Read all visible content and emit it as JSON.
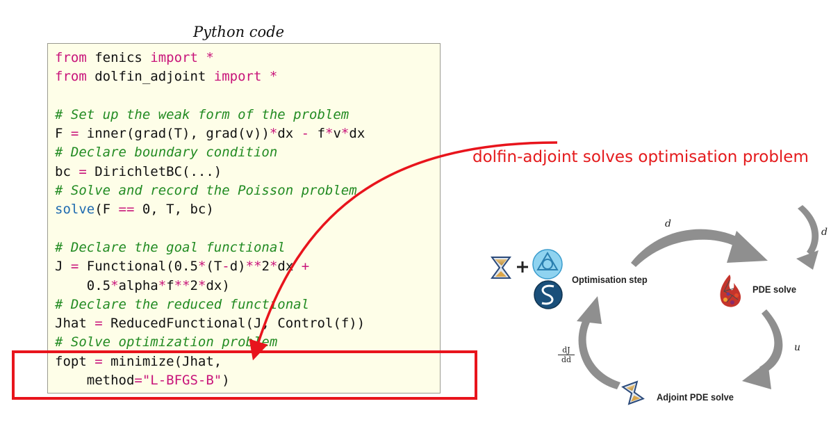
{
  "code_panel": {
    "title": "Python code",
    "lines": [
      [
        {
          "t": "from",
          "c": "keyword"
        },
        {
          "t": " fenics ",
          "c": "plain"
        },
        {
          "t": "import",
          "c": "keyword"
        },
        {
          "t": " ",
          "c": "plain"
        },
        {
          "t": "*",
          "c": "operator"
        }
      ],
      [
        {
          "t": "from",
          "c": "keyword"
        },
        {
          "t": " dolfin_adjoint ",
          "c": "plain"
        },
        {
          "t": "import",
          "c": "keyword"
        },
        {
          "t": " ",
          "c": "plain"
        },
        {
          "t": "*",
          "c": "operator"
        }
      ],
      [],
      [
        {
          "t": "# Set up the weak form of the problem",
          "c": "comment"
        }
      ],
      [
        {
          "t": "F ",
          "c": "plain"
        },
        {
          "t": "=",
          "c": "operator"
        },
        {
          "t": " inner(grad(T), grad(v))",
          "c": "plain"
        },
        {
          "t": "*",
          "c": "operator"
        },
        {
          "t": "dx ",
          "c": "plain"
        },
        {
          "t": "-",
          "c": "operator"
        },
        {
          "t": " f",
          "c": "plain"
        },
        {
          "t": "*",
          "c": "operator"
        },
        {
          "t": "v",
          "c": "plain"
        },
        {
          "t": "*",
          "c": "operator"
        },
        {
          "t": "dx",
          "c": "plain"
        }
      ],
      [
        {
          "t": "# Declare boundary condition",
          "c": "comment"
        }
      ],
      [
        {
          "t": "bc ",
          "c": "plain"
        },
        {
          "t": "=",
          "c": "operator"
        },
        {
          "t": " DirichletBC(...)",
          "c": "plain"
        }
      ],
      [
        {
          "t": "# Solve and record the Poisson problem",
          "c": "comment"
        }
      ],
      [
        {
          "t": "solve",
          "c": "builtin"
        },
        {
          "t": "(F ",
          "c": "plain"
        },
        {
          "t": "==",
          "c": "operator"
        },
        {
          "t": " 0, T, bc)",
          "c": "plain"
        }
      ],
      [],
      [
        {
          "t": "# Declare the goal functional",
          "c": "comment"
        }
      ],
      [
        {
          "t": "J ",
          "c": "plain"
        },
        {
          "t": "=",
          "c": "operator"
        },
        {
          "t": " Functional(0.5",
          "c": "plain"
        },
        {
          "t": "*",
          "c": "operator"
        },
        {
          "t": "(T",
          "c": "plain"
        },
        {
          "t": "-",
          "c": "operator"
        },
        {
          "t": "d)",
          "c": "plain"
        },
        {
          "t": "**",
          "c": "operator"
        },
        {
          "t": "2",
          "c": "plain"
        },
        {
          "t": "*",
          "c": "operator"
        },
        {
          "t": "dx ",
          "c": "plain"
        },
        {
          "t": "+",
          "c": "operator"
        }
      ],
      [
        {
          "t": "    0.5",
          "c": "plain"
        },
        {
          "t": "*",
          "c": "operator"
        },
        {
          "t": "alpha",
          "c": "plain"
        },
        {
          "t": "*",
          "c": "operator"
        },
        {
          "t": "f",
          "c": "plain"
        },
        {
          "t": "**",
          "c": "operator"
        },
        {
          "t": "2",
          "c": "plain"
        },
        {
          "t": "*",
          "c": "operator"
        },
        {
          "t": "dx)",
          "c": "plain"
        }
      ],
      [
        {
          "t": "# Declare the reduced functional",
          "c": "comment"
        }
      ],
      [
        {
          "t": "Jhat ",
          "c": "plain"
        },
        {
          "t": "=",
          "c": "operator"
        },
        {
          "t": " ReducedFunctional(J, Control(f))",
          "c": "plain"
        }
      ],
      [
        {
          "t": "# Solve optimization problem",
          "c": "comment"
        }
      ],
      [
        {
          "t": "fopt ",
          "c": "plain"
        },
        {
          "t": "=",
          "c": "operator"
        },
        {
          "t": " minimize(Jhat,",
          "c": "plain"
        }
      ],
      [
        {
          "t": "    method",
          "c": "plain"
        },
        {
          "t": "=",
          "c": "operator"
        },
        {
          "t": "\"L-BFGS-B\"",
          "c": "string"
        },
        {
          "t": ")",
          "c": "plain"
        }
      ]
    ]
  },
  "annotation": {
    "text": "dolfin-adjoint solves optimisation problem",
    "color": "#e41a1c"
  },
  "cycle_diagram": {
    "nodes": {
      "optimisation_step": "Optimisation step",
      "pde_solve": "PDE solve",
      "adjoint_pde_solve": "Adjoint PDE solve"
    },
    "edge_labels": {
      "optimisation_to_pde": "d",
      "pde_self_input": "d",
      "pde_to_adjoint": "u",
      "adjoint_to_optimisation_numerator": "dJ",
      "adjoint_to_optimisation_denominator": "dd"
    },
    "icons": [
      "hourglass-icon",
      "plus-icon",
      "fenics-logo-icon",
      "scipy-logo-icon",
      "flame-mesh-icon",
      "hourglass-icon"
    ]
  }
}
